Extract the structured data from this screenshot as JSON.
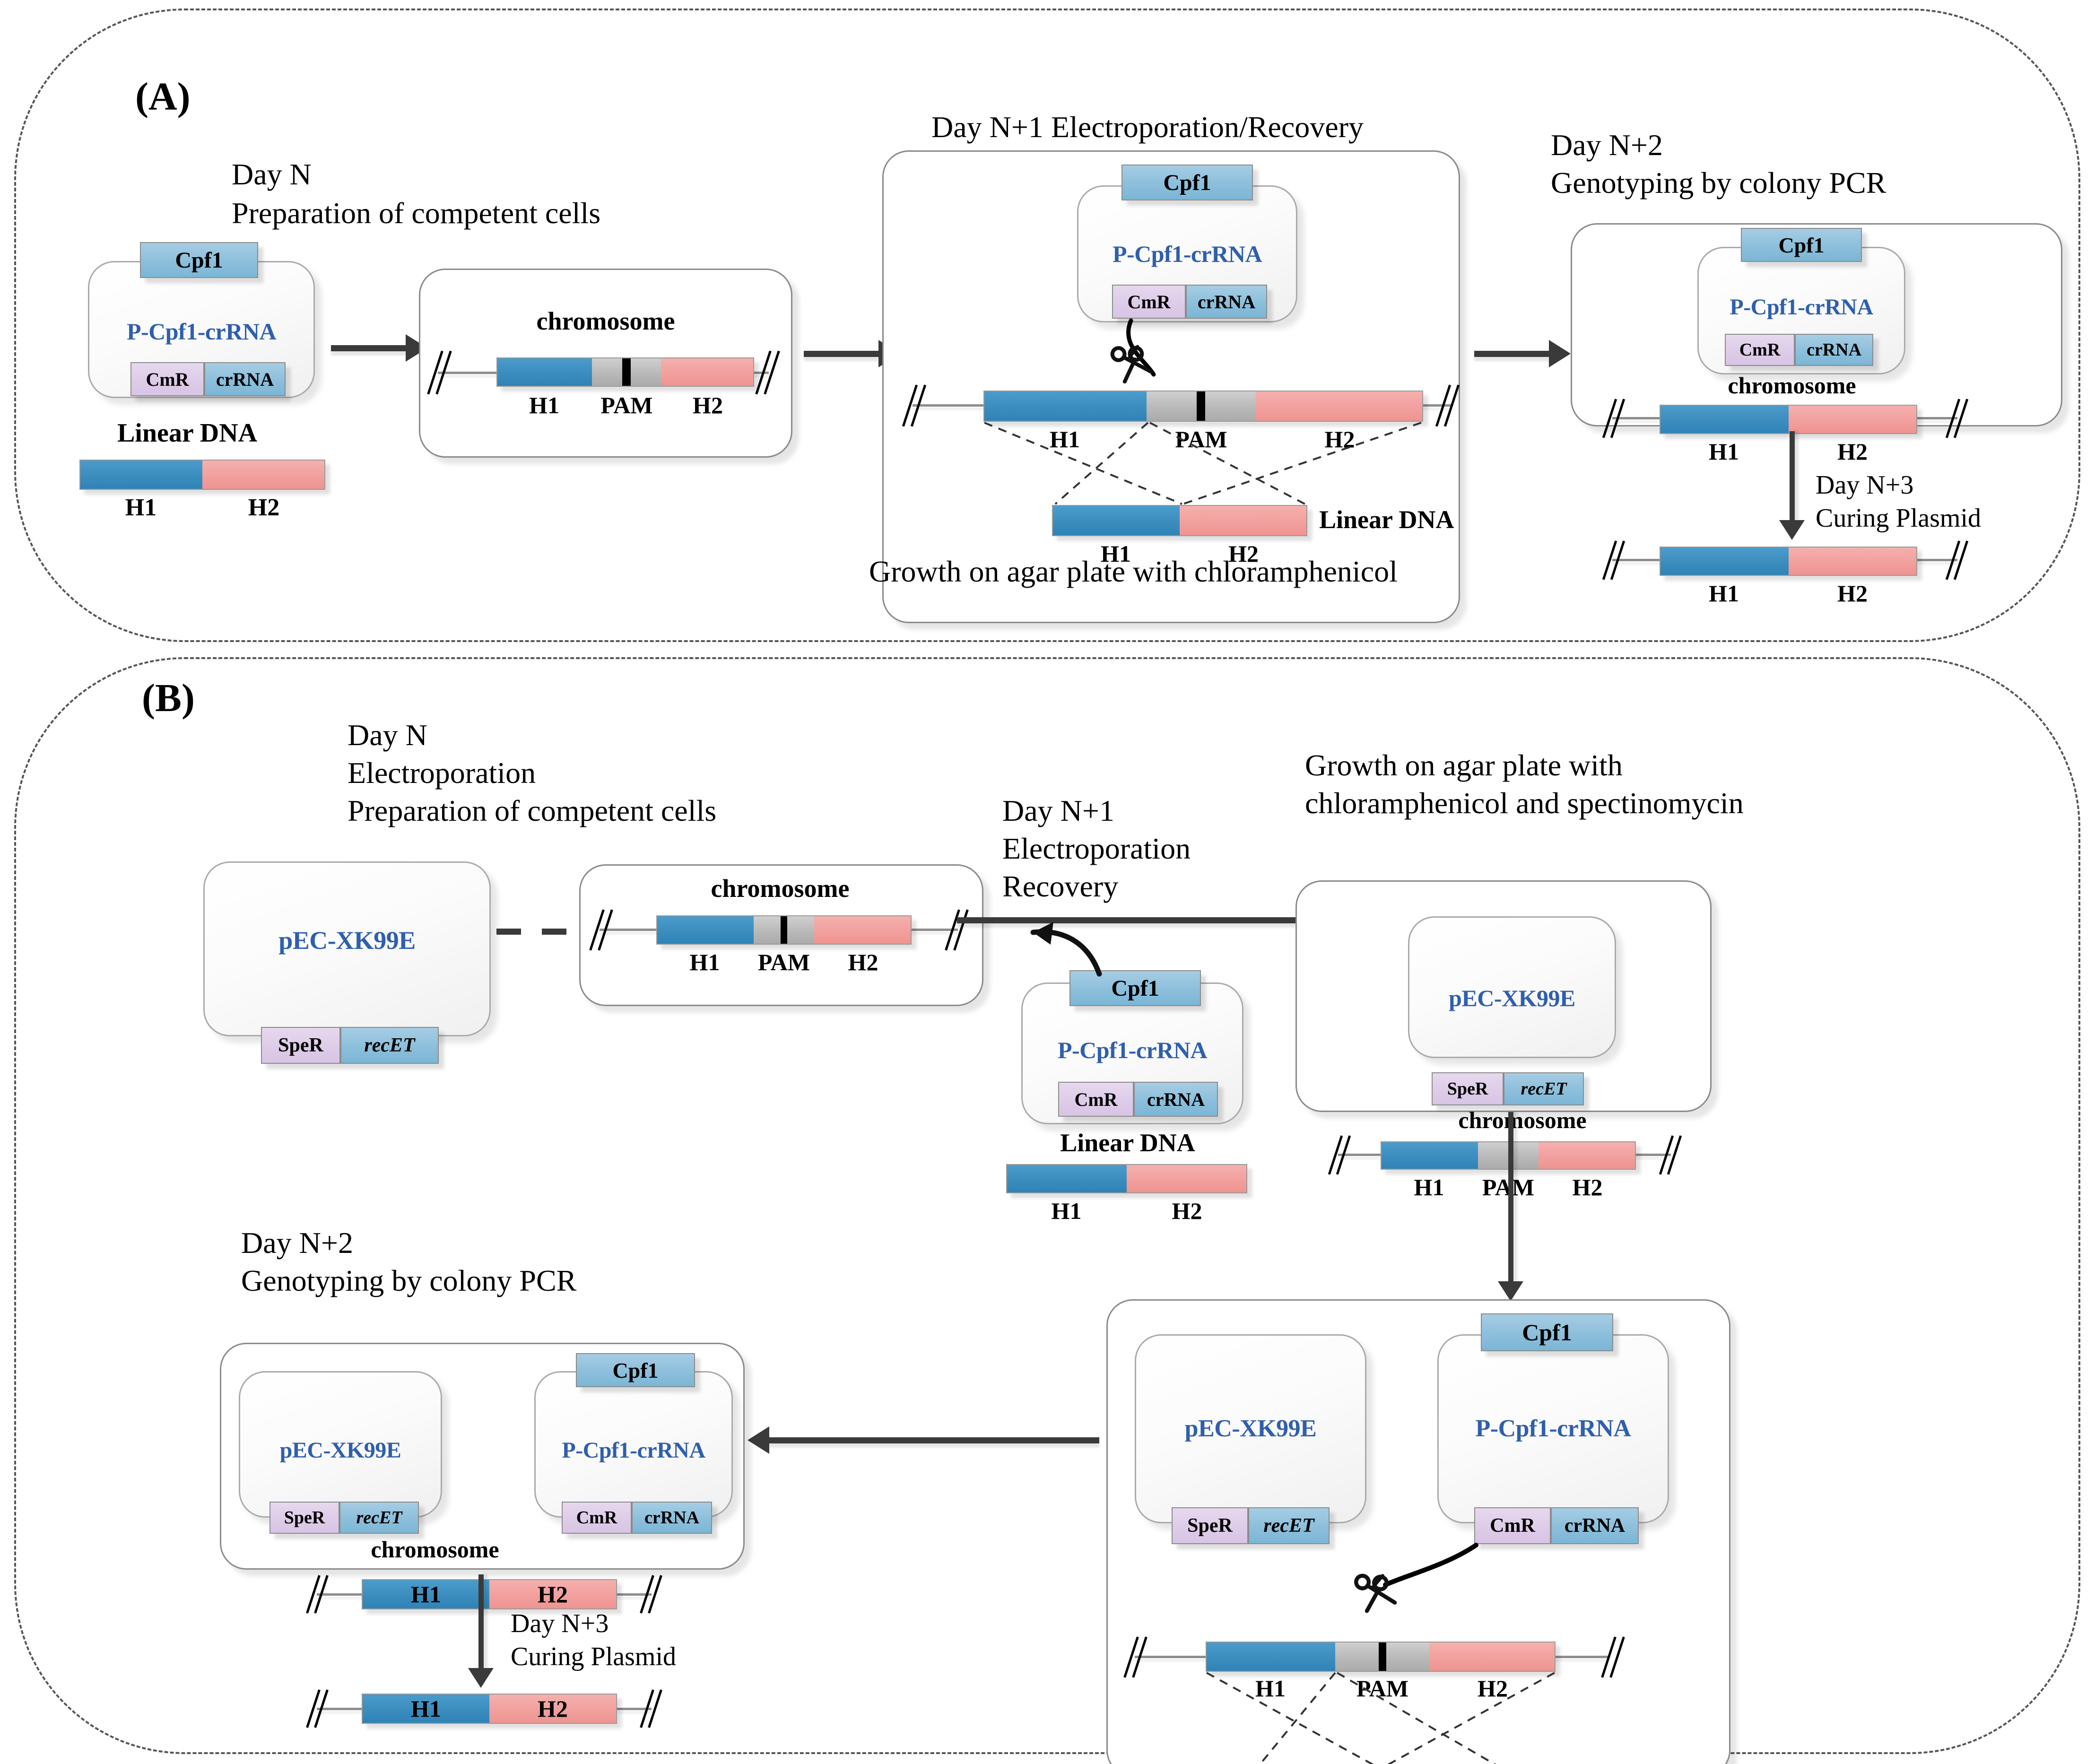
{
  "figure": {
    "panel_a_letter": "(A)",
    "panel_b_letter": "(B)"
  },
  "labels": {
    "cpf1": "Cpf1",
    "crrna": "crRNA",
    "cmr": "CmR",
    "sper": "SpeR",
    "recet": "recET",
    "p_cpf1_crrna": "P-Cpf1-crRNA",
    "pec_xk99e": "pEC-XK99E",
    "chromosome": "chromosome",
    "linear_dna": "Linear DNA",
    "h1": "H1",
    "h2": "H2",
    "pam": "PAM"
  },
  "panel_a": {
    "step1": {
      "day": "Day N",
      "caption": "Preparation of competent cells"
    },
    "step2": {
      "heading": "Day N+1 Electroporation/Recovery",
      "footer": "Growth on agar plate with chloramphenicol"
    },
    "step3": {
      "day": "Day N+2",
      "caption": "Genotyping by colony PCR",
      "cure_day": "Day N+3",
      "cure_caption": "Curing Plasmid"
    }
  },
  "panel_b": {
    "step1": {
      "day": "Day N",
      "line2": "Electroporation",
      "line3": "Preparation of competent cells"
    },
    "step2": {
      "day": "Day N+1",
      "line2": "Electroporation",
      "line3": "Recovery"
    },
    "step3": {
      "line1": "Growth on agar plate with",
      "line2": "chloramphenicol and spectinomycin"
    },
    "step5": {
      "day": "Day N+2",
      "caption": "Genotyping by colony PCR",
      "cure_day": "Day N+3",
      "cure_caption": "Curing Plasmid"
    }
  },
  "colors": {
    "h1_blue": "#3b8dbe",
    "h2_pink": "#f2a09e",
    "pam_gray": "#b9b9b9",
    "gene_blue": "#8cbfdb",
    "gene_purple": "#ddcbe8",
    "plasmid_name_blue": "#2f5fad",
    "arrow_gray": "#3a3a3a"
  }
}
